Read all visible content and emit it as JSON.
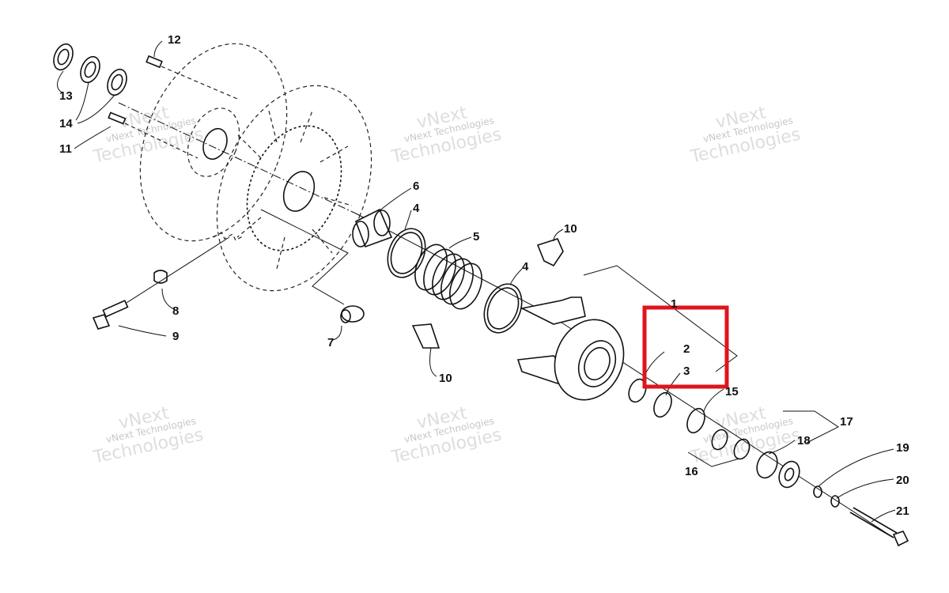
{
  "diagram": {
    "callouts": [
      {
        "id": "1",
        "label": "1"
      },
      {
        "id": "2",
        "label": "2"
      },
      {
        "id": "3",
        "label": "3"
      },
      {
        "id": "4a",
        "label": "4"
      },
      {
        "id": "4b",
        "label": "4"
      },
      {
        "id": "5",
        "label": "5"
      },
      {
        "id": "6",
        "label": "6"
      },
      {
        "id": "7",
        "label": "7"
      },
      {
        "id": "8",
        "label": "8"
      },
      {
        "id": "9",
        "label": "9"
      },
      {
        "id": "10a",
        "label": "10"
      },
      {
        "id": "10b",
        "label": "10"
      },
      {
        "id": "11",
        "label": "11"
      },
      {
        "id": "12",
        "label": "12"
      },
      {
        "id": "13",
        "label": "13"
      },
      {
        "id": "14",
        "label": "14"
      },
      {
        "id": "15",
        "label": "15"
      },
      {
        "id": "16",
        "label": "16"
      },
      {
        "id": "17",
        "label": "17"
      },
      {
        "id": "18",
        "label": "18"
      },
      {
        "id": "19",
        "label": "19"
      },
      {
        "id": "20",
        "label": "20"
      },
      {
        "id": "21",
        "label": "21"
      }
    ],
    "watermark": {
      "line1": "vNext Technologies",
      "line2": "Technologies",
      "brand": "vNext"
    },
    "highlight_color": "#e0141e"
  }
}
